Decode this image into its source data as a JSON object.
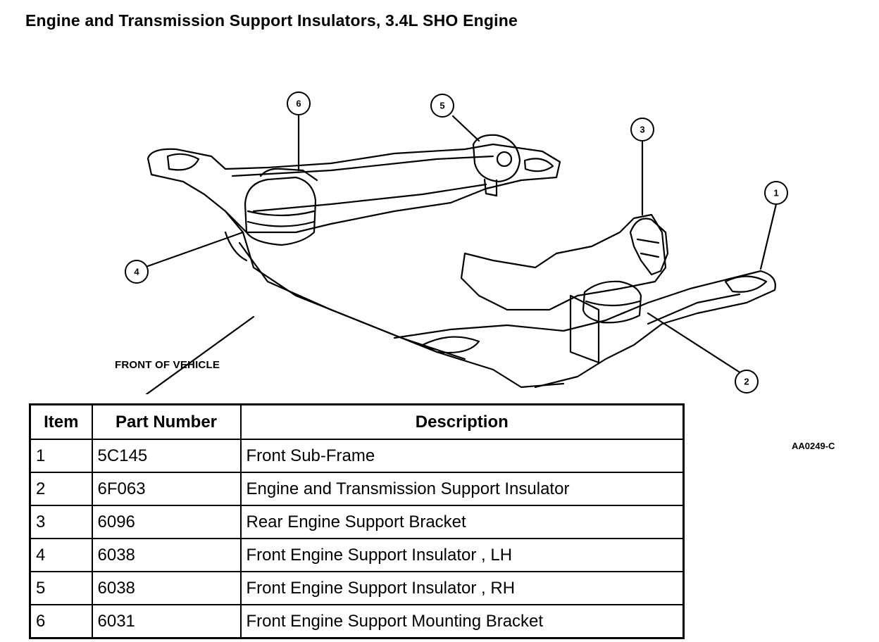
{
  "title": "Engine and Transmission Support Insulators, 3.4L SHO Engine",
  "diagram": {
    "front_label": "FRONT OF VEHICLE",
    "figure_code": "AA0249-C",
    "callouts": [
      "1",
      "2",
      "3",
      "4",
      "5",
      "6"
    ]
  },
  "table": {
    "headers": {
      "item": "Item",
      "part_number": "Part Number",
      "description": "Description"
    },
    "rows": [
      {
        "item": "1",
        "part_number": "5C145",
        "description": "Front Sub-Frame"
      },
      {
        "item": "2",
        "part_number": "6F063",
        "description": "Engine and Transmission Support Insulator"
      },
      {
        "item": "3",
        "part_number": "6096",
        "description": "Rear Engine Support Bracket"
      },
      {
        "item": "4",
        "part_number": "6038",
        "description": "Front Engine Support Insulator , LH"
      },
      {
        "item": "5",
        "part_number": "6038",
        "description": "Front Engine Support Insulator , RH"
      },
      {
        "item": "6",
        "part_number": "6031",
        "description": "Front Engine Support Mounting Bracket"
      }
    ]
  }
}
